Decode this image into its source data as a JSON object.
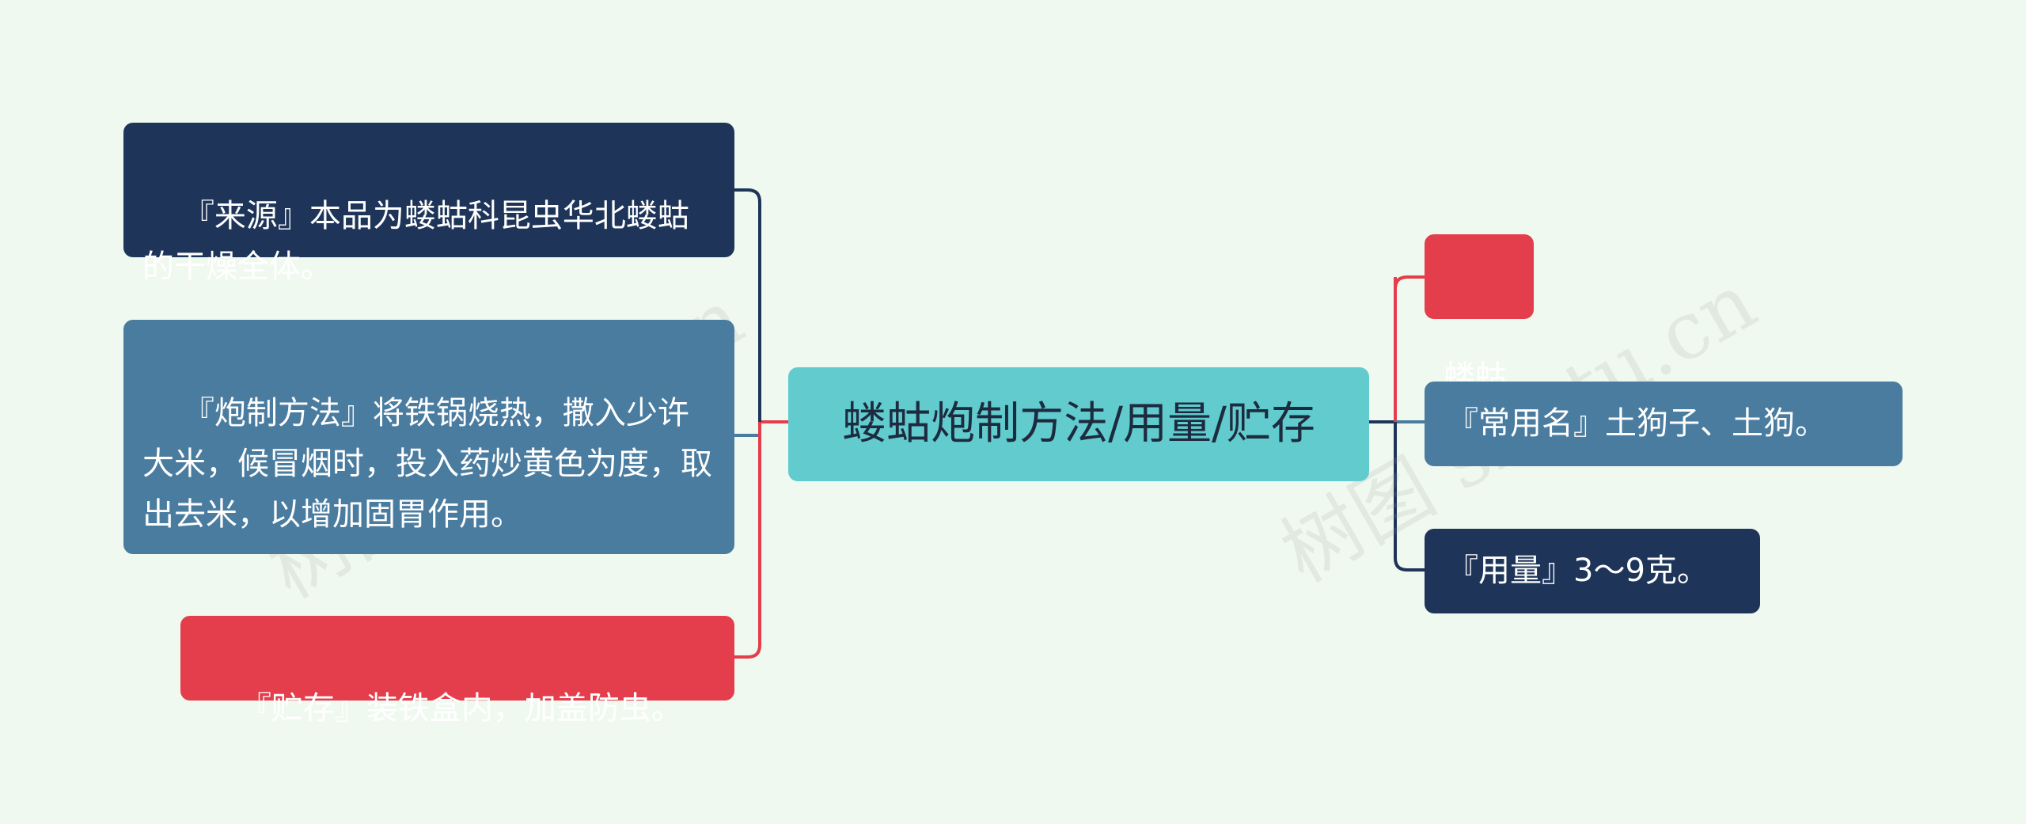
{
  "center": {
    "label": "蝼蛄炮制方法/用量/贮存"
  },
  "left": [
    {
      "label": "『来源』本品为蝼蛄科昆虫华北蝼蛄的干燥全体。"
    },
    {
      "label": "『炮制方法』将铁锅烧热，撒入少许大米，候冒烟时，投入药炒黄色为度，取出去米，以增加固胃作用。"
    },
    {
      "label": "『贮存』装铁盒内，加盖防虫。"
    }
  ],
  "right": [
    {
      "label": "蝼蛄"
    },
    {
      "label": "『常用名』土狗子、土狗。"
    },
    {
      "label": "『用量』3～9克。"
    }
  ],
  "watermark": {
    "left": "树图 shutu.cn",
    "right": "树图 shutu.cn"
  },
  "colors": {
    "navy": "#1e3559",
    "steel": "#4a7ca0",
    "red": "#e43d4b",
    "teal": "#62cbce",
    "background": "#f0f9ef"
  }
}
